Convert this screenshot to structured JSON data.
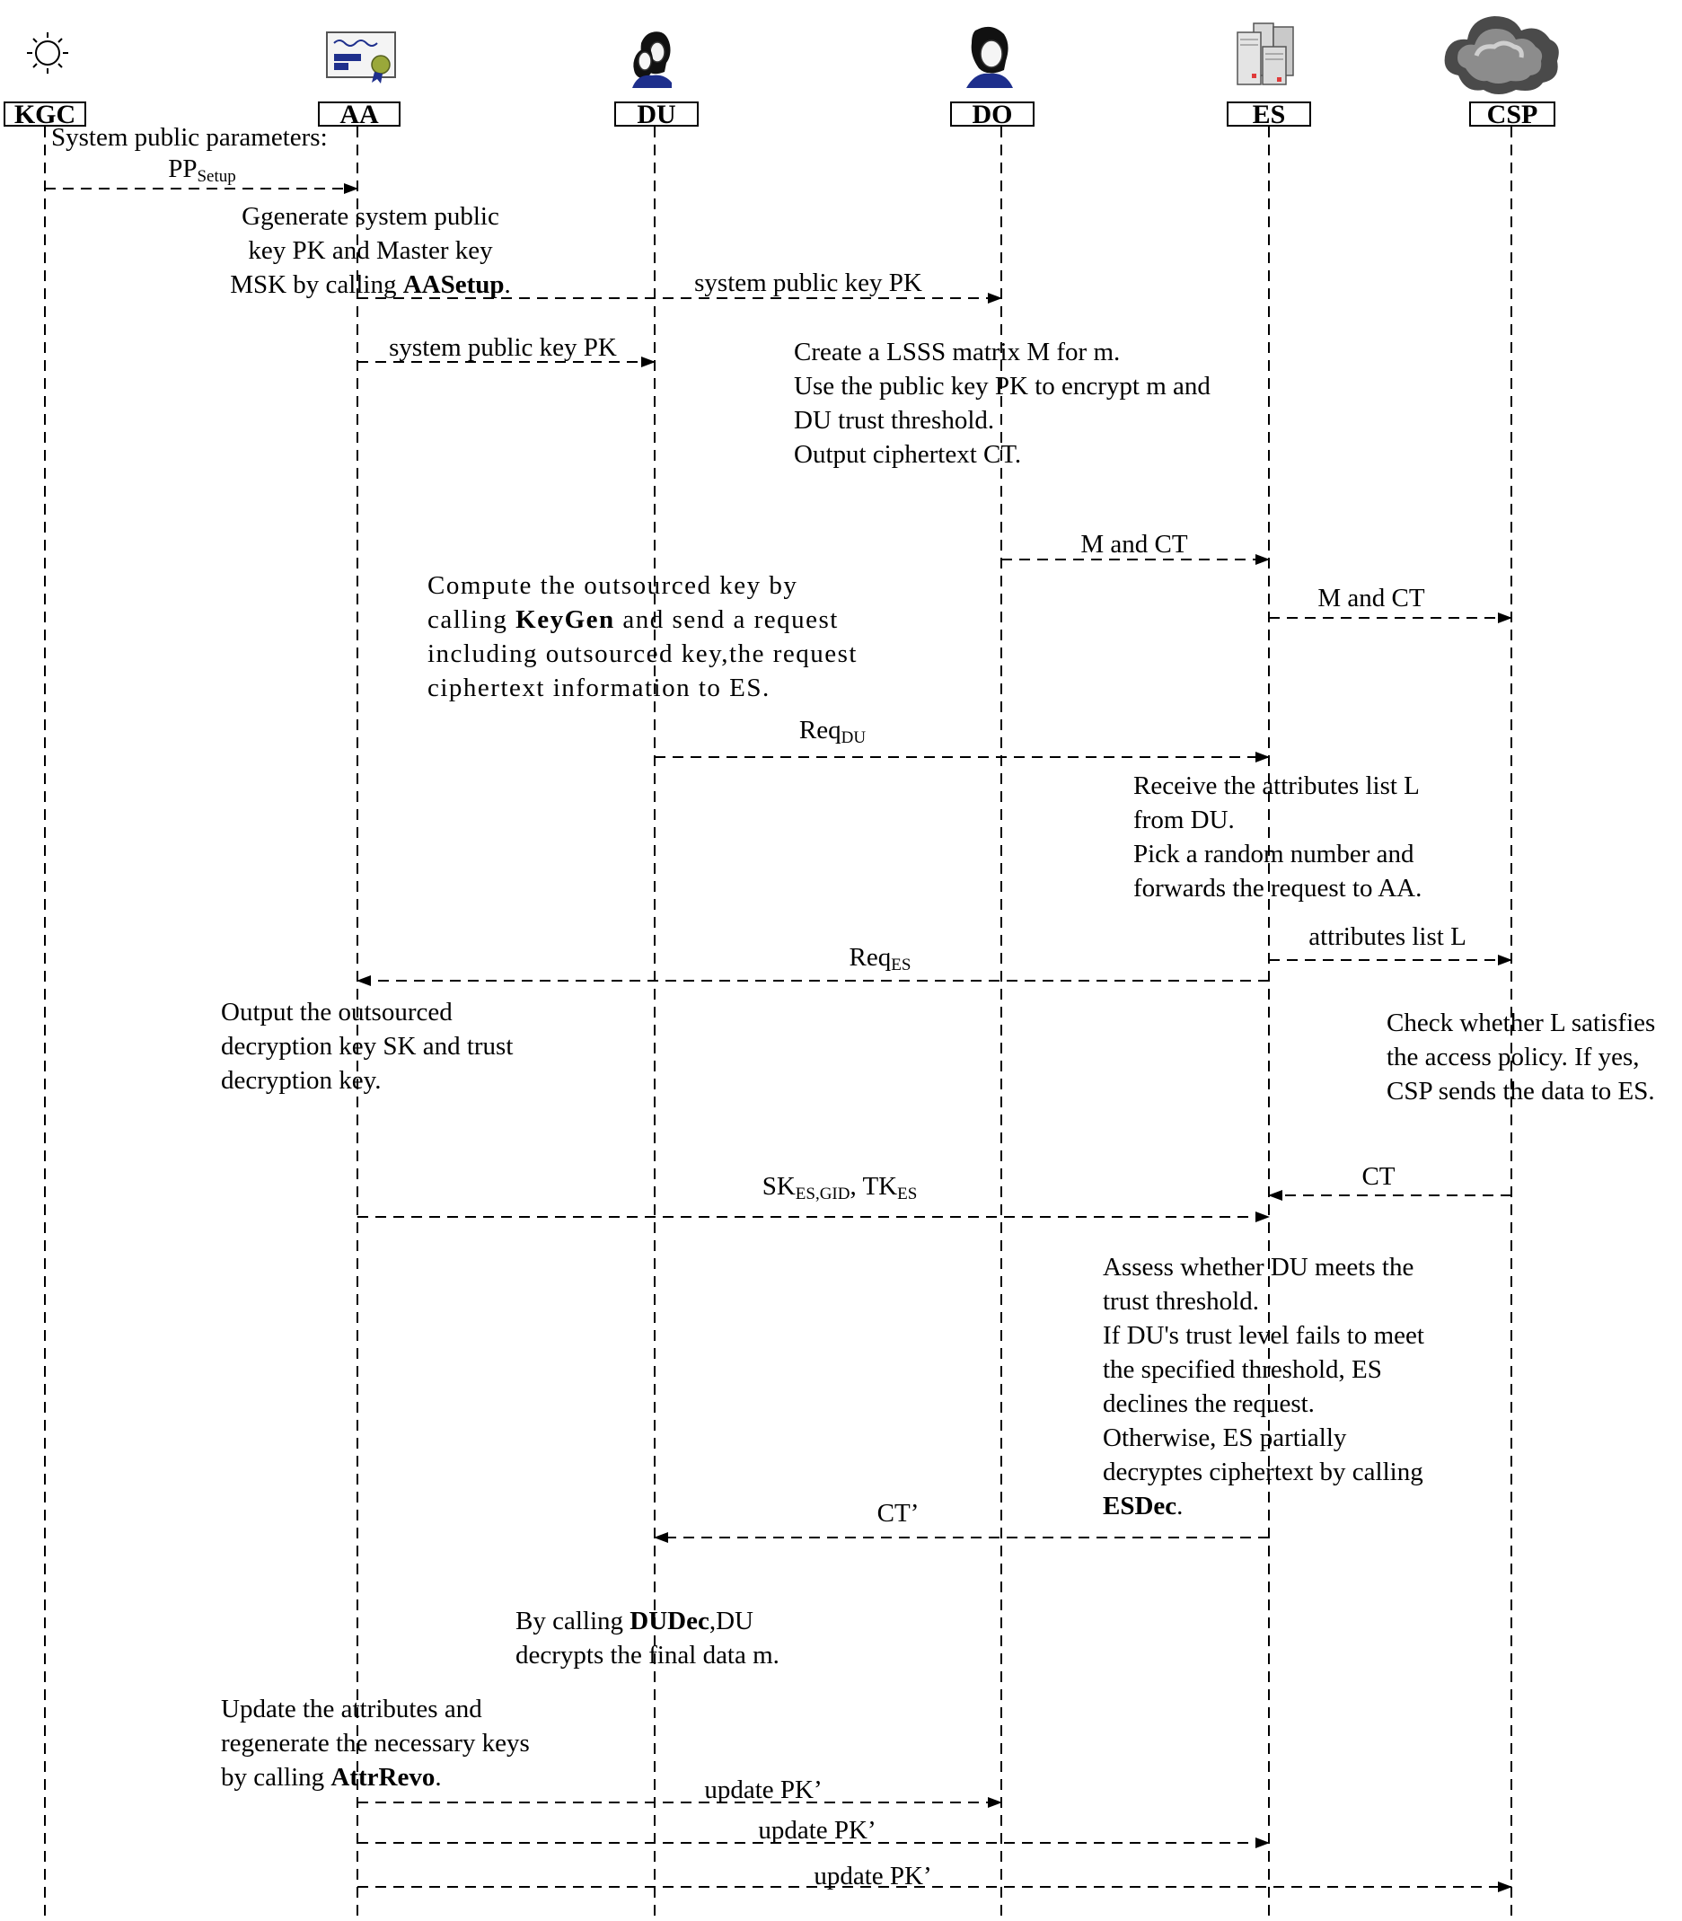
{
  "participants": [
    {
      "id": "KGC",
      "label": "KGC",
      "icon": "sun-icon"
    },
    {
      "id": "AA",
      "label": "AA",
      "icon": "certificate-icon"
    },
    {
      "id": "DU",
      "label": "DU",
      "icon": "users-icon"
    },
    {
      "id": "DO",
      "label": "DO",
      "icon": "user-icon"
    },
    {
      "id": "ES",
      "label": "ES",
      "icon": "server-icon"
    },
    {
      "id": "CSP",
      "label": "CSP",
      "icon": "cloud-icon"
    }
  ],
  "messages": [
    {
      "id": "m1",
      "from": "KGC",
      "to": "AA",
      "main": "PP",
      "sub": "Setup"
    },
    {
      "id": "m2",
      "from": "AA",
      "to": "DO",
      "main": "system public key PK"
    },
    {
      "id": "m3",
      "from": "AA",
      "to": "DU",
      "main": "system public key PK"
    },
    {
      "id": "m4",
      "from": "DO",
      "to": "ES",
      "main": "M and CT"
    },
    {
      "id": "m5",
      "from": "ES",
      "to": "CSP",
      "main": "M and CT"
    },
    {
      "id": "m6",
      "from": "DU",
      "to": "ES",
      "main": "Req",
      "sub": "DU"
    },
    {
      "id": "m7",
      "from": "ES",
      "to": "CSP",
      "main": "attributes list L"
    },
    {
      "id": "m8",
      "from": "ES",
      "to": "AA",
      "main": "Req",
      "sub": "ES"
    },
    {
      "id": "m9",
      "from": "CSP",
      "to": "ES",
      "main": "CT"
    },
    {
      "id": "m10",
      "from": "AA",
      "to": "ES",
      "main": "SK",
      "sub": "ES,GID",
      "main2": ", TK",
      "sub2": "ES"
    },
    {
      "id": "m11",
      "from": "ES",
      "to": "DU",
      "main": "CT’"
    },
    {
      "id": "m12",
      "from": "AA",
      "to": "DO",
      "main": "update PK’"
    },
    {
      "id": "m13",
      "from": "AA",
      "to": "ES",
      "main": "update PK’"
    },
    {
      "id": "m14",
      "from": "AA",
      "to": "CSP",
      "main": "update PK’"
    }
  ],
  "notes": {
    "kgc_setup_line1": "System public parameters:",
    "aa_setup": {
      "line1": "Ggenerate system public",
      "line2": "key PK and Master key",
      "line3_pre": "MSK by calling ",
      "line3_bold": "AASetup",
      "line3_post": "."
    },
    "do_encrypt": {
      "line1": "Create a LSSS matrix M for m.",
      "line2": "Use  the public key PK to encrypt m and",
      "line3": "DU trust threshold.",
      "line4": "Output ciphertext CT."
    },
    "du_keygen": {
      "line1": "Compute the outsourced key by",
      "line2_pre": "calling ",
      "line2_bold": "KeyGen",
      "line2_post": " and send a request",
      "line3": "including outsourced key,the request",
      "line4": "ciphertext information to ES."
    },
    "es_forward": {
      "line1": "Receive the attributes list L",
      "line2": "from DU.",
      "line3": "Pick a random number and",
      "line4": "forwards the request to AA."
    },
    "aa_output": {
      "line1": "Output the outsourced",
      "line2": "decryption key SK and trust",
      "line3": "decryption key."
    },
    "csp_check": {
      "line1": "Check whether L satisfies",
      "line2": "the access policy. If yes,",
      "line3": "CSP sends the data to ES."
    },
    "es_assess": {
      "line1": "Assess whether DU meets the",
      "line2": "trust threshold.",
      "line3": "If DU's trust level fails to meet",
      "line4": "the specified threshold, ES",
      "line5": "declines the request.",
      "line6": "Otherwise, ES partially",
      "line7": "decryptes ciphertext by calling",
      "line8_bold": "ESDec",
      "line8_post": "."
    },
    "du_dec": {
      "line1_pre": "By calling ",
      "line1_bold": "DUDec",
      "line1_post": ",DU",
      "line2": "decrypts the final data m."
    },
    "aa_revo": {
      "line1": "Update the attributes and",
      "line2": "regenerate the necessary keys",
      "line3_pre": "by calling ",
      "line3_bold": "AttrRevo",
      "line3_post": "."
    }
  },
  "colors": {
    "line": "#000000",
    "background": "#ffffff",
    "server_red": "#e03a3a",
    "cert_blue": "#1e2f8c",
    "cert_seal": "#9aa83a"
  }
}
